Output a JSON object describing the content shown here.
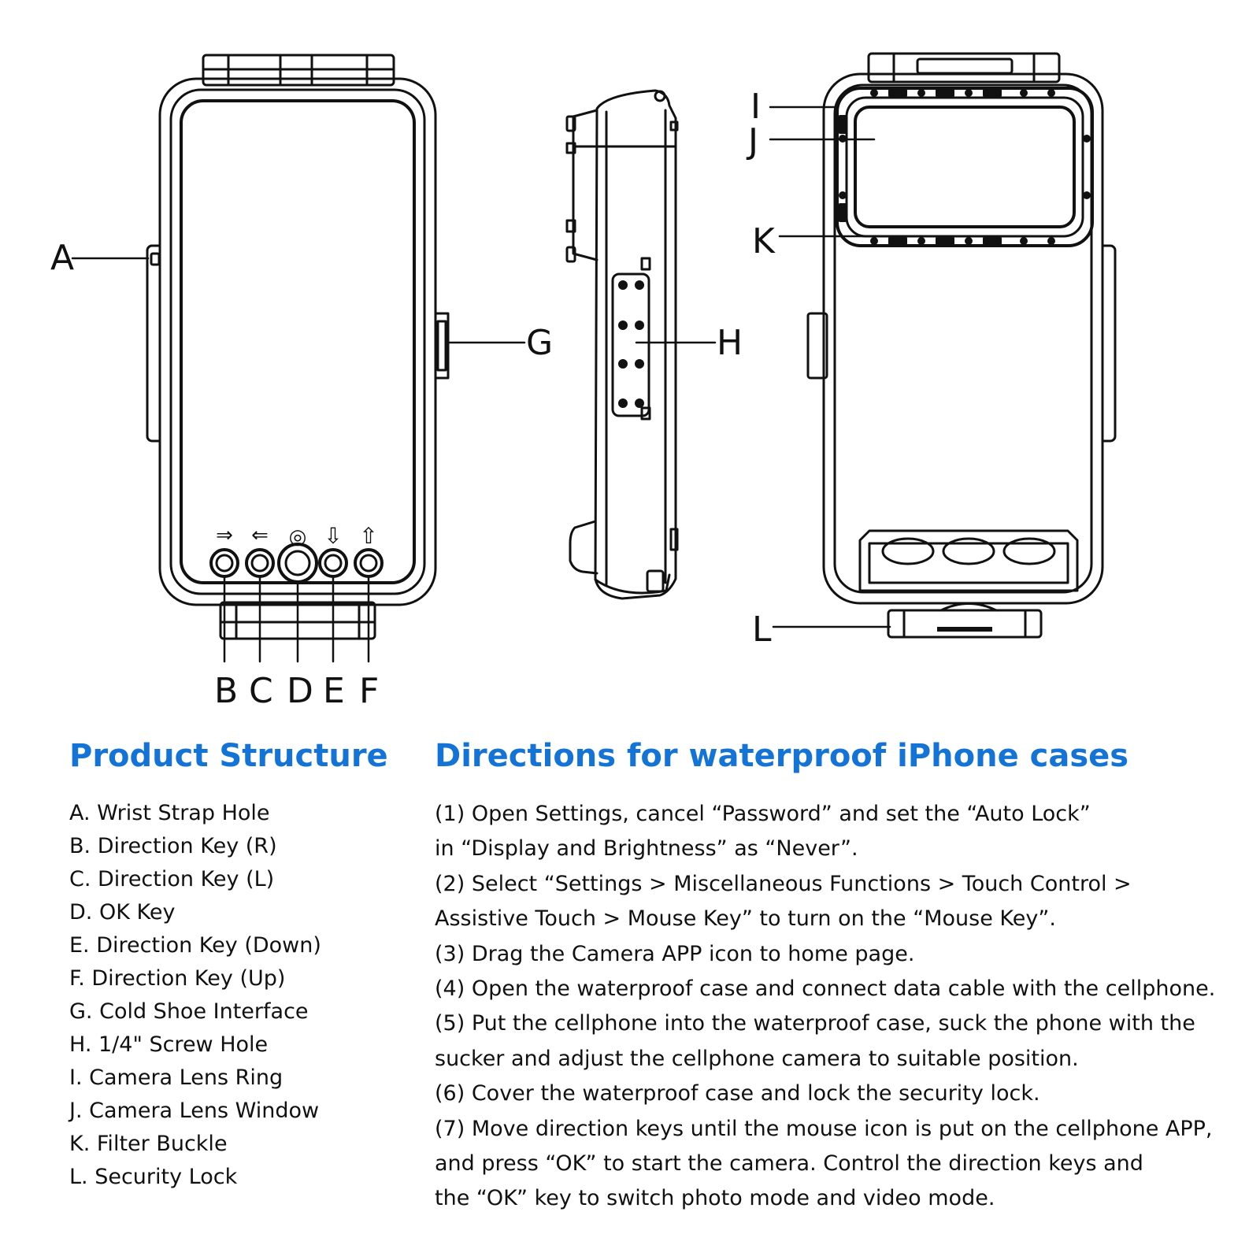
{
  "callouts": {
    "A": "A",
    "B": "B",
    "C": "C",
    "D": "D",
    "E": "E",
    "F": "F",
    "G": "G",
    "H": "H",
    "I": "I",
    "J": "J",
    "K": "K",
    "L": "L"
  },
  "key_symbols": {
    "right": "⇒",
    "left": "⇐",
    "ok": "◎",
    "down": "⇩",
    "up": "⇧"
  },
  "product_structure": {
    "title": "Product Structure",
    "items": [
      "A. Wrist Strap Hole",
      "B. Direction Key (R)",
      "C. Direction Key (L)",
      "D. OK Key",
      "E. Direction Key (Down)",
      "F. Direction Key (Up)",
      "G. Cold Shoe Interface",
      "H. 1/4\" Screw Hole",
      "I. Camera Lens Ring",
      "J. Camera Lens Window",
      "K. Filter Buckle",
      "L. Security Lock"
    ]
  },
  "directions": {
    "title": "Directions for waterproof iPhone cases",
    "lines": [
      "(1) Open Settings, cancel  “Password”  and set the  “Auto Lock”",
      "in  “Display and Brightness”  as  “Never”.",
      "(2) Select  “Settings > Miscellaneous Functions > Touch Control >",
      "Assistive Touch > Mouse Key”  to turn on the  “Mouse Key”.",
      "(3) Drag the Camera APP icon to home page.",
      "(4) Open the waterproof case and connect data cable with the cellphone.",
      "(5) Put the cellphone into the waterproof case, suck the phone with the",
      "sucker and adjust the cellphone camera to suitable position.",
      "(6) Cover the waterproof case and lock the security lock.",
      "(7) Move direction keys until the mouse icon is put on the cellphone APP,",
      "and press  “OK”  to start the camera. Control the direction keys and",
      "the  “OK”  key to switch photo mode and video mode."
    ]
  },
  "colors": {
    "heading": "#1473d6",
    "line": "#111111",
    "background": "#ffffff"
  }
}
